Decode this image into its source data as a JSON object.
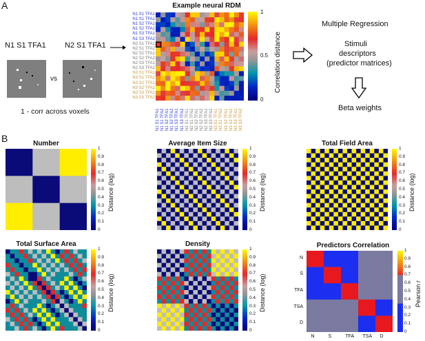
{
  "panels": {
    "a": "A",
    "b": "B"
  },
  "panel_a": {
    "stim1_label": "N1 S1 TFA1",
    "stim2_label": "N2 S1 TFA1",
    "vs_label": "vs",
    "corr_label": "1 - corr across voxels",
    "rdm_title": "Example neural RDM",
    "rdm_row_labels": [
      "N1 S1 TFA1",
      "N1 S1 TFA2",
      "N1 S2 TFA1",
      "N1 S2 TFA2",
      "N1 S3 TFA1",
      "N1 S3 TFA2",
      "N2 S1 TFA1",
      "N2 S1 TFA2",
      "N2 S2 TFA1",
      "N2 S2 TFA2",
      "N2 S3 TFA1",
      "N2 S3 TFA2",
      "N3 S1 TFA1",
      "N3 S1 TFA2",
      "N3 S2 TFA1",
      "N3 S2 TFA2",
      "N3 S3 TFA1",
      "N3 S3 TFA2"
    ],
    "rdm_colorbar_label": "Correlation  distance",
    "rdm_colorbar_ticks": [
      "1",
      "0.5",
      "0"
    ],
    "label_colors": [
      "#2d3ad8",
      "#7a7a7a",
      "#c8963a"
    ],
    "mr_title": "Multiple Regression",
    "stim_desc": [
      "Stimuli",
      "descriptors",
      "(predictor matrices)"
    ],
    "beta_label": "Beta weights"
  },
  "panel_b": {
    "rdm_colorbar_label": "Distance (log)",
    "rdm_colorbar_ticks": [
      "1",
      "0.9",
      "0.8",
      "0.7",
      "0.6",
      "0.5",
      "0.4",
      "0.3",
      "0.2",
      "0.1",
      "0"
    ],
    "predictors": [
      {
        "id": "number",
        "title": "Number"
      },
      {
        "id": "avg_item_size",
        "title": "Average Item Size"
      },
      {
        "id": "total_field_area",
        "title": "Total Field Area"
      },
      {
        "id": "total_surface_area",
        "title": "Total Surface Area"
      },
      {
        "id": "density",
        "title": "Density"
      }
    ],
    "corr": {
      "title": "Predictors Correlation",
      "labels": [
        "N",
        "S",
        "TFA",
        "TSA",
        "D"
      ],
      "colorbar_label": "Pearson r",
      "colorbar_ticks": [
        "1",
        "0.9",
        "0.8",
        "0.7",
        "0.6",
        "0.5",
        "0.4",
        "0.3",
        "0.2",
        "0.1",
        "0"
      ],
      "matrix": [
        [
          1.0,
          0.0,
          0.0,
          0.5,
          0.5
        ],
        [
          0.0,
          1.0,
          0.0,
          0.5,
          0.5
        ],
        [
          0.0,
          0.0,
          1.0,
          0.5,
          0.5
        ],
        [
          0.5,
          0.5,
          0.5,
          1.0,
          0.0
        ],
        [
          0.5,
          0.5,
          0.5,
          0.0,
          1.0
        ]
      ]
    }
  }
}
